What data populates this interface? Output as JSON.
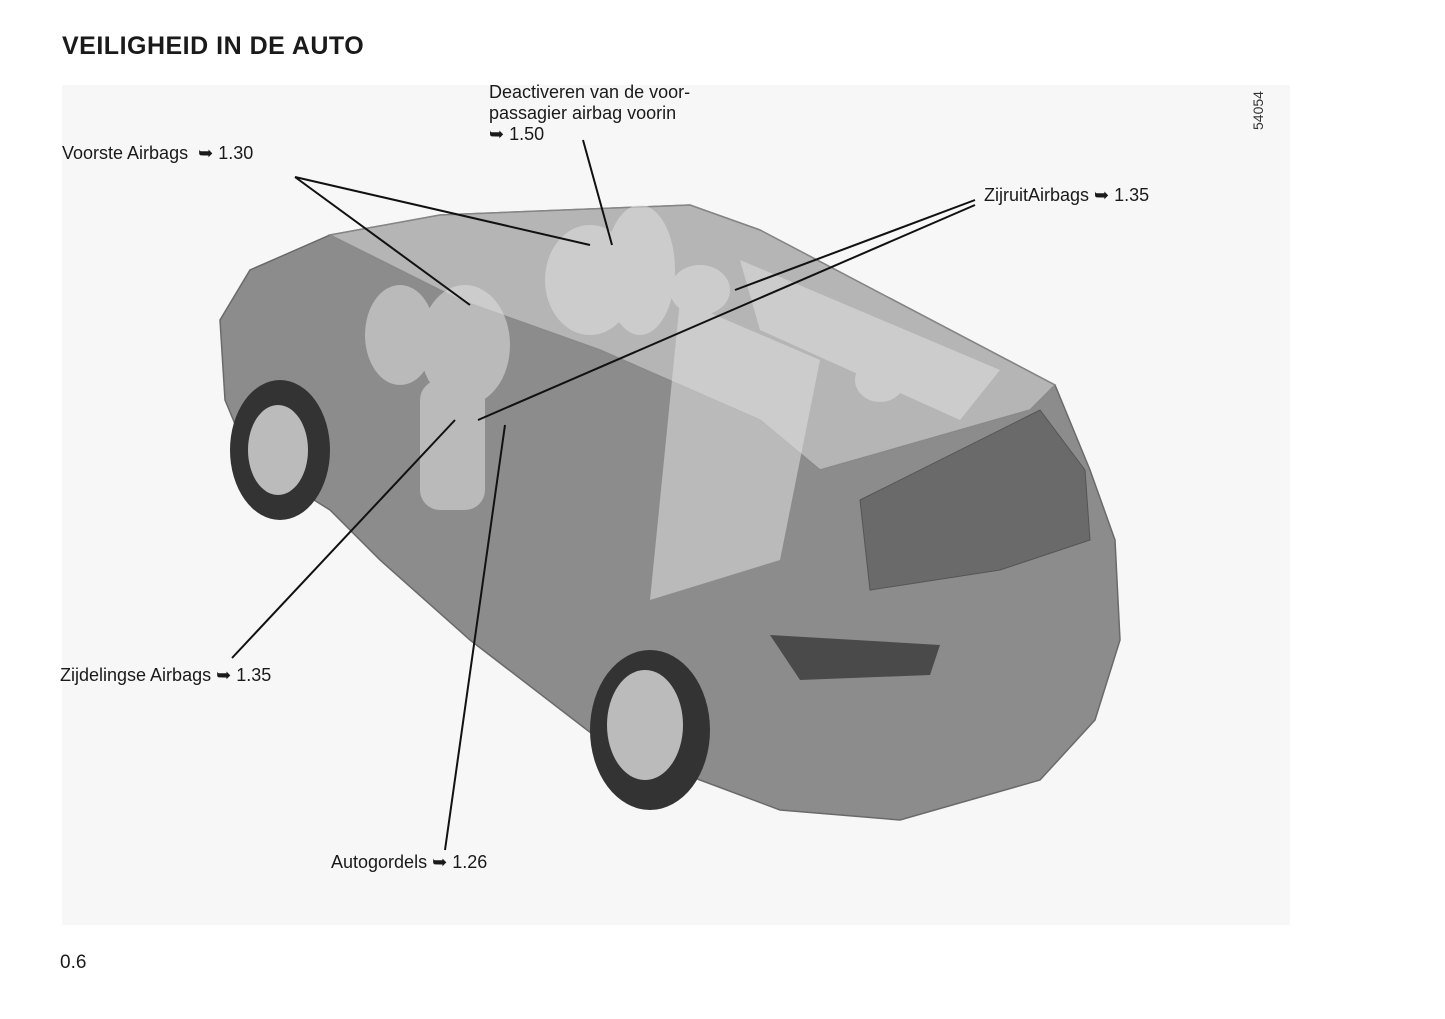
{
  "page": {
    "title": "VEILIGHEID IN DE AUTO",
    "page_number": "0.6",
    "figure_code": "54054"
  },
  "callouts": {
    "front_airbags": {
      "label": "Voorste Airbags",
      "arrow": "➥",
      "ref": "1.30"
    },
    "passenger_airbag_deactivation": {
      "line1": "Deactiveren van de voor-",
      "line2": "passagier airbag voorin",
      "arrow": "➥",
      "ref": "1.50"
    },
    "curtain_airbags": {
      "label": "ZijruitAirbags",
      "arrow": "➥",
      "ref": "1.35"
    },
    "side_airbags": {
      "label": "Zijdelingse Airbags",
      "arrow": "➥",
      "ref": "1.35"
    },
    "seat_belts": {
      "label": "Autogordels",
      "arrow": "➥",
      "ref": "1.26"
    }
  }
}
